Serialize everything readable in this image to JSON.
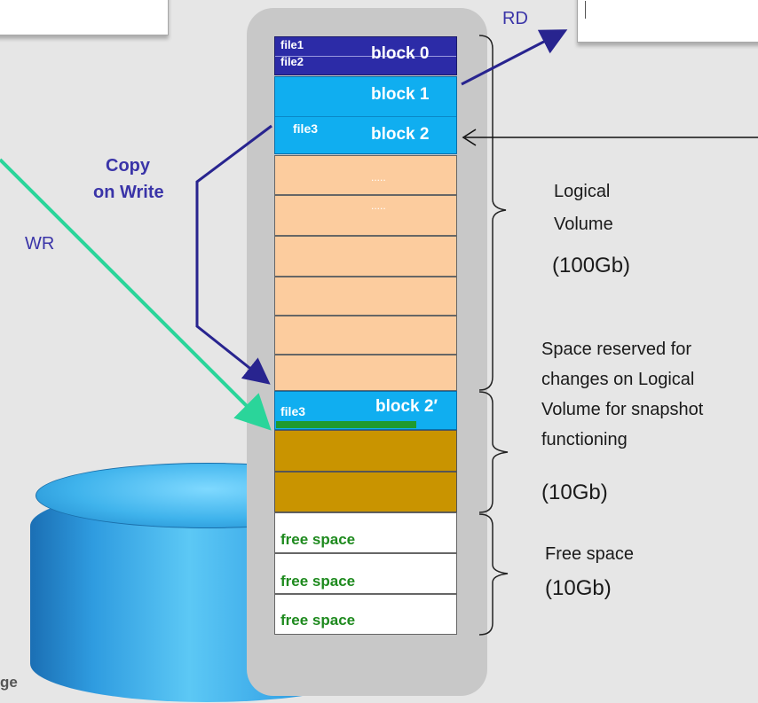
{
  "labels": {
    "rd": "RD",
    "wr": "WR",
    "copy_on_write_1": "Copy",
    "copy_on_write_2": "on Write",
    "page_fragment": "ge"
  },
  "blocks": {
    "file1": "file1",
    "file2": "file2",
    "block0": "block 0",
    "block1": "block 1",
    "file3": "file3",
    "block2": "block 2",
    "dots1": ".....",
    "dots2": ".....",
    "file3_copy": "file3",
    "block2_prime": "block 2′",
    "free1": "free space",
    "free2": "free space",
    "free3": "free space"
  },
  "sections": {
    "logical_volume": {
      "line1": "Logical",
      "line2": "Volume",
      "size": "(100Gb)"
    },
    "reserved": {
      "line1": "Space reserved for",
      "line2": "changes on Logical",
      "line3": "Volume for snapshot",
      "line4": "functioning",
      "size": "(10Gb)"
    },
    "free": {
      "line1": "Free  space",
      "size": "(10Gb)"
    }
  },
  "colors": {
    "dark_block": "#2c2ba7",
    "light_block": "#10aef0",
    "orange_block": "#fccc9e",
    "gold_block": "#c99400",
    "arrow_blue": "#28248f",
    "arrow_green": "#2ad59a",
    "free_text": "#1e8a1e"
  }
}
